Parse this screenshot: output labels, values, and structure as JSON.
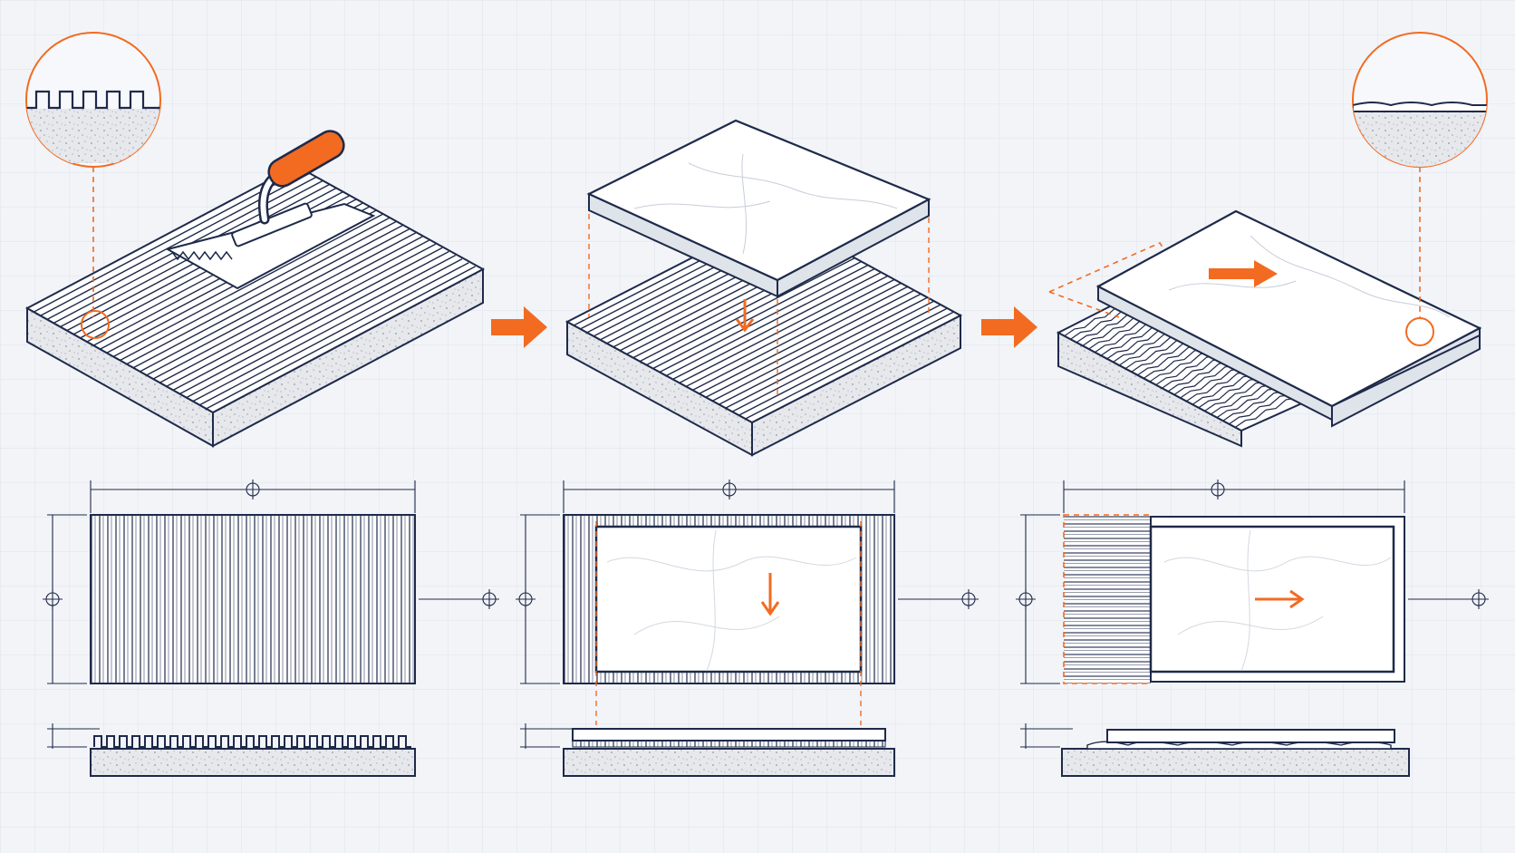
{
  "diagram": {
    "steps": [
      {
        "id": "step-1",
        "stage": "notched-trowel-ridges",
        "detail_profile": "square-notched-ridges"
      },
      {
        "id": "step-2",
        "stage": "tile-placed-down",
        "motion": "down"
      },
      {
        "id": "step-3",
        "stage": "tile-slid-to-collapse-ridges",
        "motion": "right",
        "detail_profile": "flattened-ridges"
      }
    ],
    "icons": [
      "trowel-icon",
      "arrow-right-icon",
      "arrow-down-icon",
      "dimension-target-icon",
      "magnifier-callout-icon"
    ],
    "colors": {
      "background": "#f2f4f8",
      "grid": "#dde3ec",
      "ink": "#1e2a4a",
      "accent": "#f26b21",
      "concrete": "#e6e8ec"
    }
  }
}
